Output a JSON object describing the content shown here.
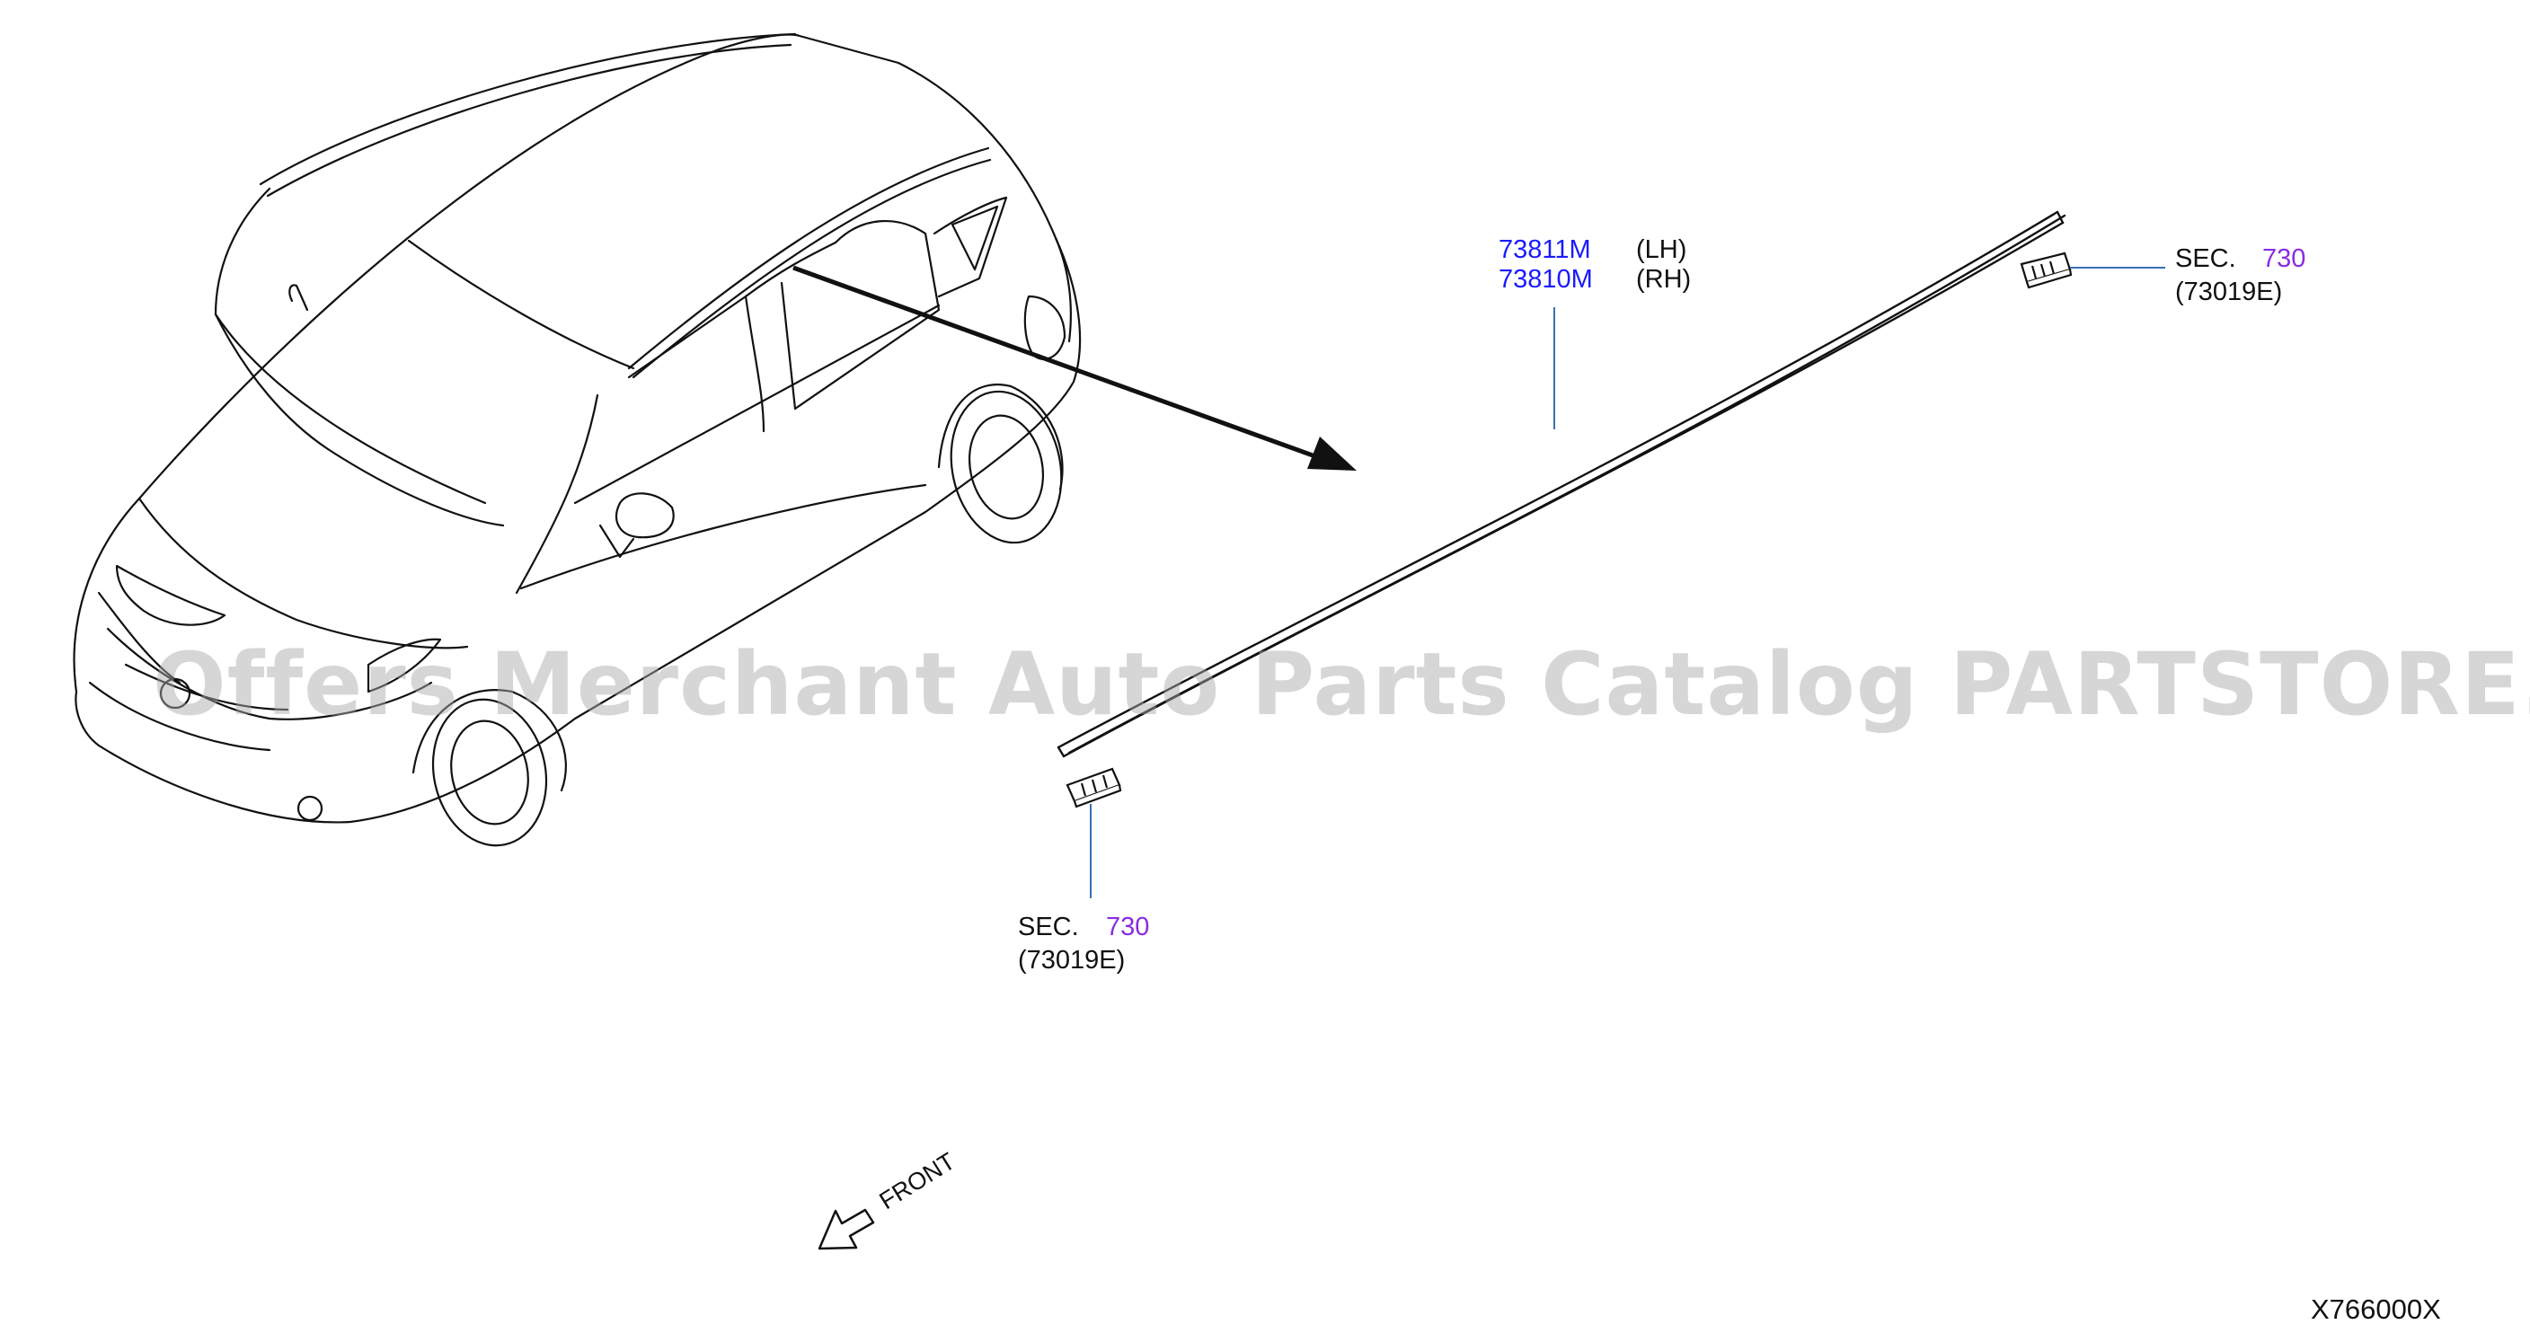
{
  "callouts": {
    "molding_lh_part": "73811M",
    "molding_lh_side": "(LH)",
    "molding_rh_part": "73810M",
    "molding_rh_side": "(RH)",
    "rear_sec_prefix": "SEC.",
    "rear_sec_number": "730",
    "rear_sec_ref": "(73019E)",
    "front_sec_prefix": "SEC.",
    "front_sec_number": "730",
    "front_sec_ref": "(73019E)"
  },
  "orientation": {
    "front_label": "FRONT"
  },
  "diagram_code": "X766000X",
  "watermark": "Offers Merchant Auto Parts Catalog PARTSTORE.SA",
  "colors": {
    "part_number": "#1a1aff",
    "section_link": "#8a2be2",
    "line_art": "#111111",
    "leader": "#3a6fb5"
  }
}
